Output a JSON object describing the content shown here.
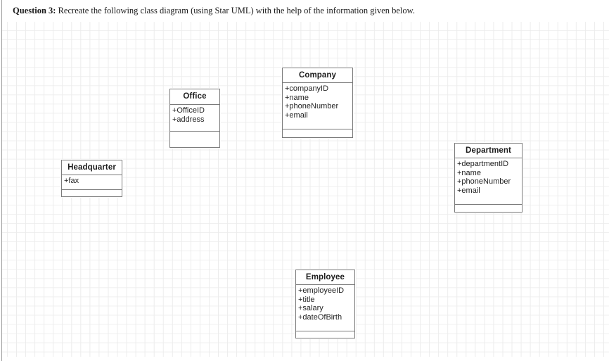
{
  "header": {
    "question_label": "Question 3:",
    "question_text": " Recreate the following class diagram (using Star UML) with the help of the information given below."
  },
  "diagram": {
    "type": "uml-class-diagram",
    "background": "grid",
    "grid_color": "#ececec",
    "border_color": "#7a7a7a",
    "classes": [
      {
        "id": "company",
        "name": "Company",
        "attributes": [
          "+companyID",
          "+name",
          "+phoneNumber",
          "+email"
        ],
        "operations": []
      },
      {
        "id": "office",
        "name": "Office",
        "attributes": [
          "+OfficeID",
          "+address"
        ],
        "operations": []
      },
      {
        "id": "headquarter",
        "name": "Headquarter",
        "attributes": [
          "+fax"
        ],
        "operations": []
      },
      {
        "id": "department",
        "name": "Department",
        "attributes": [
          "+departmentID",
          "+name",
          "+phoneNumber",
          "+email"
        ],
        "operations": []
      },
      {
        "id": "employee",
        "name": "Employee",
        "attributes": [
          "+employeeID",
          "+title",
          "+salary",
          "+dateOfBirth"
        ],
        "operations": []
      }
    ]
  }
}
